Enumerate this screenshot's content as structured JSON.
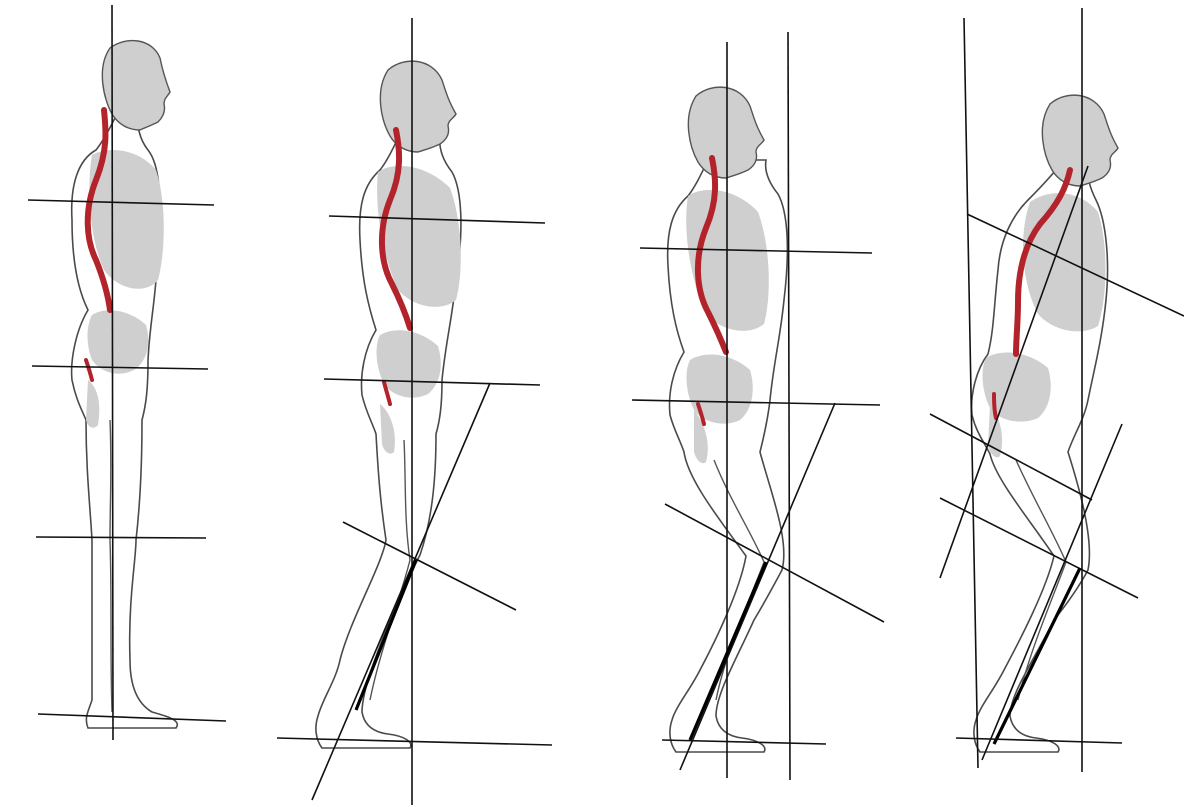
{
  "figure": {
    "panels": [
      {
        "id": "stance-upright",
        "flexion": 0
      },
      {
        "id": "stance-slight-flexion",
        "flexion": 1
      },
      {
        "id": "stance-moderate-flexion",
        "flexion": 2
      },
      {
        "id": "stance-forward-lean",
        "flexion": 3
      }
    ],
    "colors": {
      "spine": "#b3232b",
      "organs": "#cfcfcf",
      "outline": "#4a4a4a",
      "reference_lines": "#111111",
      "background": "#ffffff"
    }
  }
}
